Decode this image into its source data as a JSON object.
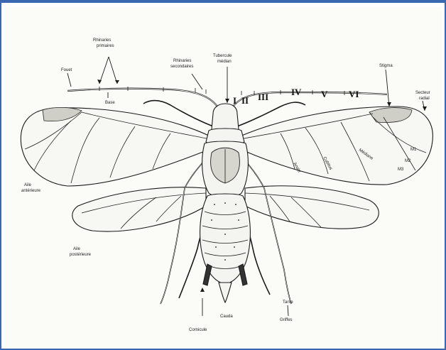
{
  "labels": {
    "rhinaries_primaires": "Rhinaries\nprimaires",
    "fouet": "Fouet",
    "base": "Base",
    "rhinaries_secondaires": "Rhinaries\nsecondaires",
    "tubercule_median": "Tubercule\nmédian",
    "roman": [
      "I",
      "II",
      "III",
      "IV",
      "V",
      "VI"
    ],
    "stigma": "Stigma",
    "secteur_radial": "Secteur\nradial",
    "aile_anterieure": "Aile\nantérieure",
    "aile_posterieure": "Aile\npostérieure",
    "cornicule": "Cornicule",
    "cauda": "Cauda",
    "tarse": "Tarse",
    "griffes": "Griffes",
    "m1": "M1",
    "m2": "M2",
    "m3": "M3",
    "mediane": "Médiane",
    "cubitus": "Cubitus",
    "anale": "Anale"
  }
}
